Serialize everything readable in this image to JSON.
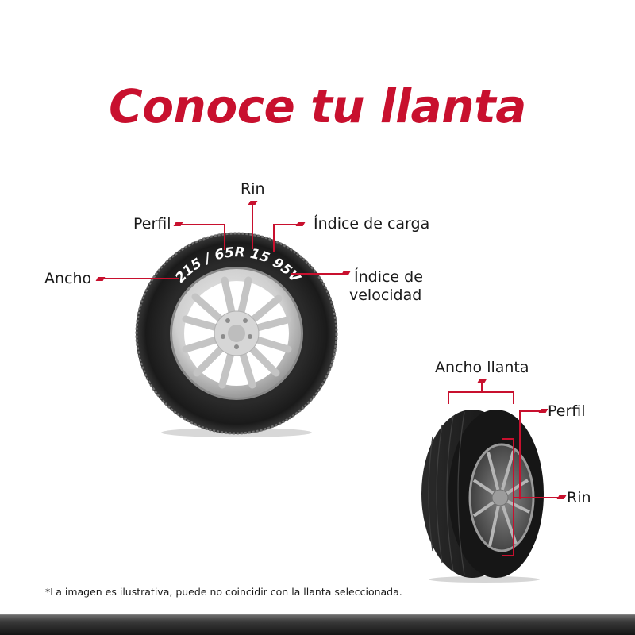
{
  "title": "Conoce tu llanta",
  "side_view": {
    "tire_code": "215 / 65R 15 95V",
    "labels": {
      "rin": "Rin",
      "perfil": "Perfil",
      "indice_carga": "Índice de carga",
      "ancho": "Ancho",
      "indice_velocidad_1": "Índice de",
      "indice_velocidad_2": "velocidad"
    }
  },
  "angled_view": {
    "labels": {
      "ancho_llanta": "Ancho llanta",
      "perfil": "Perfil",
      "rin": "Rin"
    }
  },
  "footnote": "*La imagen es ilustrativa, puede no coincidir con la llanta seleccionada.",
  "colors": {
    "accent": "#c8102e",
    "text": "#1a1a1a",
    "tire": "#1c1c1c",
    "rim": "#c9c9c9"
  }
}
